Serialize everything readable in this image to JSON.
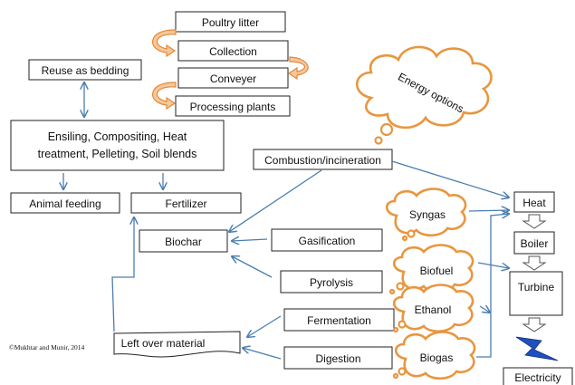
{
  "nodes": {
    "poultry_litter": "Poultry litter",
    "collection": "Collection",
    "conveyer": "Conveyer",
    "processing_plants": "Processing plants",
    "reuse_bedding": "Reuse as bedding",
    "processes_line1": "Ensiling, Compositing, Heat",
    "processes_line2": "treatment, Pelleting, Soil blends",
    "animal_feeding": "Animal feeding",
    "fertilizer": "Fertilizer",
    "combustion": "Combustion/incineration",
    "biochar": "Biochar",
    "gasification": "Gasification",
    "pyrolysis": "Pyrolysis",
    "fermentation": "Fermentation",
    "digestion": "Digestion",
    "left_over": "Left over material",
    "heat": "Heat",
    "boiler": "Boiler",
    "turbine": "Turbine",
    "electricity": "Electricity"
  },
  "clouds": {
    "energy_options": "Energy options",
    "syngas": "Syngas",
    "biofuel": "Biofuel",
    "ethanol": "Ethanol",
    "biogas": "Biogas"
  },
  "credit": "©Mukhtar and Munir, 2014",
  "colors": {
    "arrow": "#4a7eb0",
    "cloud_outline": "#e8963f",
    "curl_fill": "#f6c79a",
    "lightning": "#1f4fbf",
    "credit_text": "#3f8a5a"
  }
}
